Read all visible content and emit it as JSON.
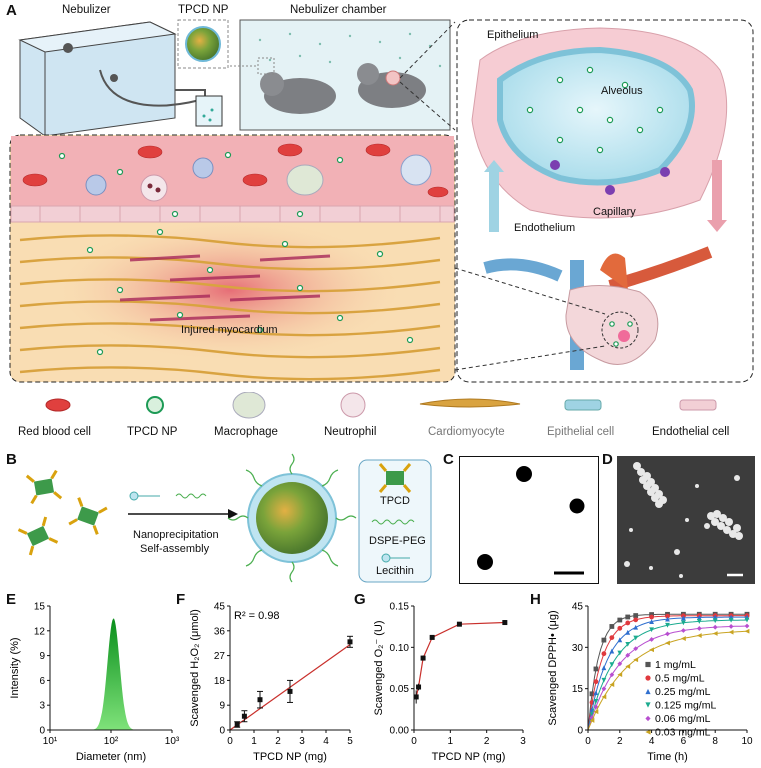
{
  "panels": {
    "A": "A",
    "B": "B",
    "C": "C",
    "D": "D",
    "E": "E",
    "F": "F",
    "G": "G",
    "H": "H"
  },
  "panelA": {
    "nebulizer": "Nebulizer",
    "np": "TPCD NP",
    "chamber": "Nebulizer chamber",
    "epithelium": "Epithelium",
    "alveolus": "Alveolus",
    "capillary": "Capillary",
    "endothelium": "Endothelium",
    "injured": "Injured myocardium"
  },
  "legend": [
    {
      "name": "red-blood-cell",
      "label": "Red blood cell"
    },
    {
      "name": "tpcd-np",
      "label": "TPCD NP"
    },
    {
      "name": "macrophage",
      "label": "Macrophage"
    },
    {
      "name": "neutrophil",
      "label": "Neutrophil"
    },
    {
      "name": "cardiomyocyte",
      "label": "Cardiomyocyte"
    },
    {
      "name": "epithelial-cell",
      "label": "Epithelial cell"
    },
    {
      "name": "endothelial-cell",
      "label": "Endothelial cell"
    }
  ],
  "panelB": {
    "step1": "Nanoprecipitation",
    "step2": "Self-assembly",
    "key_tpcd": "TPCD",
    "key_peg": "DSPE-PEG",
    "key_lecithin": "Lecithin"
  },
  "chart_data": [
    {
      "panel": "E",
      "type": "area",
      "xlabel": "Diameter (nm)",
      "ylabel": "Intensity (%)",
      "xscale": "log",
      "xlim": [
        10,
        1000
      ],
      "ylim": [
        0,
        15
      ],
      "xticks": [
        "10¹",
        "10²",
        "10³"
      ],
      "yticks": [
        0,
        3,
        6,
        9,
        12,
        15
      ],
      "peak_x": 110,
      "peak_y": 13.5
    },
    {
      "panel": "F",
      "type": "scatter",
      "xlabel": "TPCD NP (mg)",
      "ylabel": "Scavenged H₂O₂ (μmol)",
      "annotation": "R² = 0.98",
      "xlim": [
        0,
        5
      ],
      "ylim": [
        0,
        45
      ],
      "xticks": [
        0,
        1,
        2,
        3,
        4,
        5
      ],
      "yticks": [
        0,
        9,
        18,
        27,
        36,
        45
      ],
      "x": [
        0.3,
        0.6,
        1.25,
        2.5,
        5
      ],
      "y": [
        2,
        5,
        11,
        14,
        32
      ],
      "err": [
        1,
        2,
        3,
        4,
        2
      ],
      "fit": [
        [
          0,
          0
        ],
        [
          5,
          31
        ]
      ]
    },
    {
      "panel": "G",
      "type": "line",
      "xlabel": "TPCD NP (mg)",
      "ylabel": "Scavenged O₂⁻ (U)",
      "xlim": [
        0,
        3
      ],
      "ylim": [
        0,
        0.15
      ],
      "xticks": [
        0,
        1,
        2,
        3
      ],
      "yticks": [
        "0.00",
        "0.05",
        "0.10",
        "0.15"
      ],
      "x": [
        0.06,
        0.125,
        0.25,
        0.5,
        1.25,
        2.5
      ],
      "y": [
        0.04,
        0.052,
        0.087,
        0.112,
        0.128,
        0.13
      ],
      "err": [
        0.008,
        0.004,
        0.003,
        0.002,
        0.002,
        0.003
      ]
    },
    {
      "panel": "H",
      "type": "line",
      "xlabel": "Time (h)",
      "ylabel": "Scavenged DPPH• (μg)",
      "xlim": [
        0,
        10
      ],
      "ylim": [
        0,
        45
      ],
      "xticks": [
        0,
        2,
        4,
        6,
        8,
        10
      ],
      "yticks": [
        0,
        15,
        30,
        45
      ],
      "x": [
        0.25,
        0.5,
        1,
        1.5,
        2,
        2.5,
        3,
        4,
        5,
        6,
        7,
        8,
        9,
        10
      ],
      "series": [
        {
          "name": "1 mg/mL",
          "color": "#555555",
          "marker": "square",
          "plateau": 42,
          "k": 1.5
        },
        {
          "name": "0.5 mg/mL",
          "color": "#e0393e",
          "marker": "circle",
          "plateau": 41.5,
          "k": 1.1
        },
        {
          "name": "0.25 mg/mL",
          "color": "#2f6fcf",
          "marker": "triangle",
          "plateau": 41,
          "k": 0.8
        },
        {
          "name": "0.125 mg/mL",
          "color": "#1bab8f",
          "marker": "triangle-down",
          "plateau": 40,
          "k": 0.6
        },
        {
          "name": "0.06 mg/mL",
          "color": "#b84fd0",
          "marker": "diamond",
          "plateau": 38,
          "k": 0.5
        },
        {
          "name": "0.03 mg/mL",
          "color": "#c9a422",
          "marker": "triangle-left",
          "plateau": 36.5,
          "k": 0.4
        }
      ]
    }
  ]
}
